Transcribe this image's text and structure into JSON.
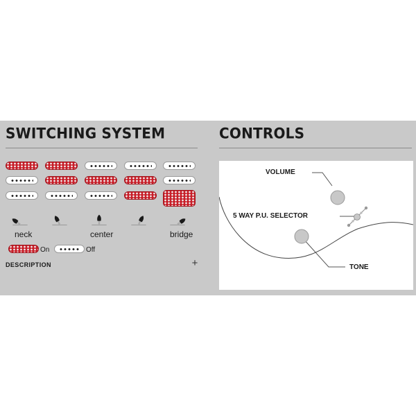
{
  "switching": {
    "title": "SWITCHING SYSTEM",
    "positions": [
      {
        "label": "",
        "pickups": [
          "on",
          "off",
          "off"
        ]
      },
      {
        "label": "neck",
        "pickups": [
          "on",
          "on",
          "off"
        ]
      },
      {
        "label": "",
        "pickups": [
          "off",
          "on",
          "off"
        ]
      },
      {
        "label": "center",
        "pickups": [
          "off",
          "on",
          "on"
        ]
      },
      {
        "label": "bridge",
        "pickups": [
          "off",
          "off",
          "on"
        ]
      }
    ],
    "legend": {
      "on_label": "On",
      "off_label": "Off"
    },
    "description_label": "DESCRIPTION",
    "expand_symbol": "+"
  },
  "controls": {
    "title": "CONTROLS",
    "labels": {
      "volume": "VOLUME",
      "selector": "5 WAY P.U. SELECTOR",
      "tone": "TONE"
    }
  },
  "colors": {
    "band": "#c9c9c9",
    "pickup_on": "#c8202a",
    "pickup_off": "#ffffff",
    "knob": "#c8c8c8"
  },
  "icons": [
    "pickup-icon",
    "switch-lever-icon",
    "knob-icon",
    "selector-switch-icon",
    "plus-icon"
  ]
}
